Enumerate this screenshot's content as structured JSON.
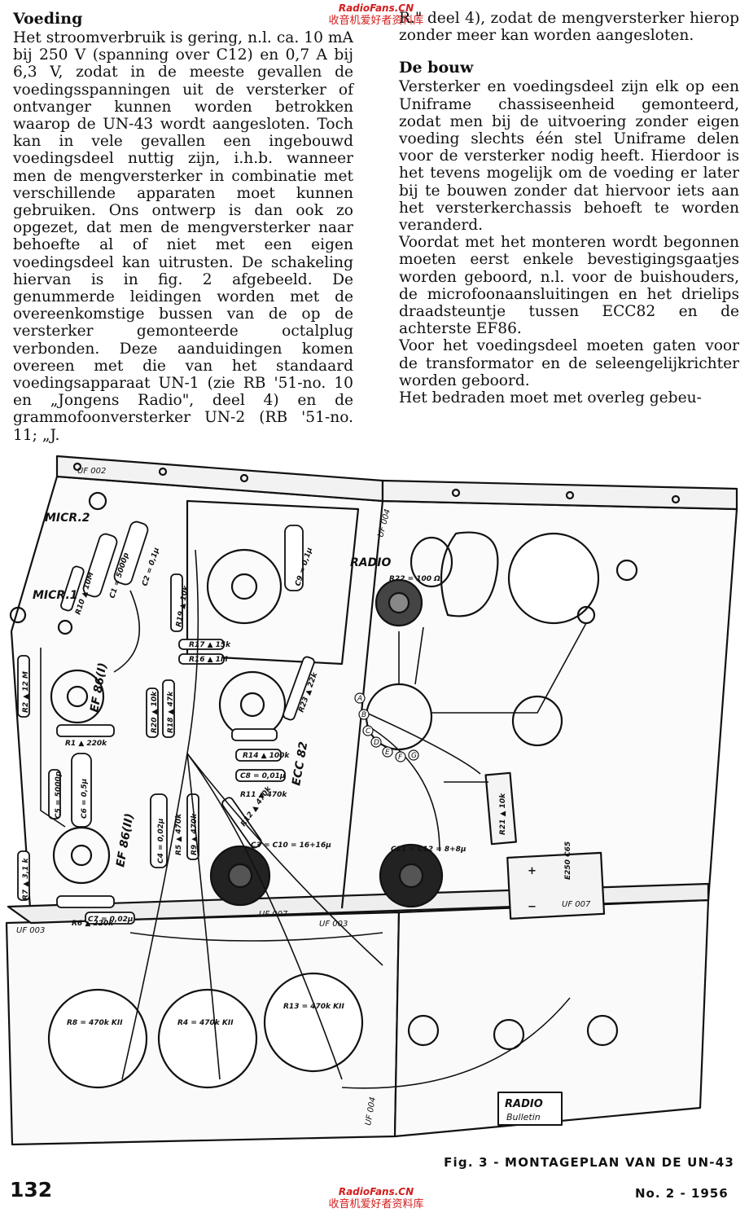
{
  "watermark": {
    "site": "RadioFans.CN",
    "text": "收音机爱好者资料库"
  },
  "left_column": {
    "heading": "Voeding",
    "paragraph": "Het stroomverbruik is gering, n.l. ca. 10 mA bij 250 V (spanning over C12) en 0,7 A bij 6,3 V, zodat in de meeste gevallen de voedingsspanningen uit de versterker of ontvanger kunnen worden betrokken waarop de UN-43 wordt aangesloten. Toch kan in vele gevallen een ingebouwd voedingsdeel nuttig zijn, i.h.b. wanneer men de mengversterker in combinatie met verschillende apparaten moet kunnen gebruiken. Ons ontwerp is dan ook zo opgezet, dat men de mengversterker naar behoefte al of niet met een eigen voedingsdeel kan uitrusten. De schakeling hiervan is in fig. 2 afgebeeld. De genummerde leidingen worden met de overeenkomstige bussen van de op de versterker gemonteerde octalplug verbonden. Deze aanduidingen komen overeen met die van het standaard voedingsapparaat UN-1 (zie RB '51-no. 10 en „Jongens Radio\", deel 4) en de grammofoonversterker UN-2 (RB '51-no. 11; „J."
  },
  "right_column": {
    "continuation": "R.\" deel 4), zodat de mengversterker hierop zonder meer kan worden aangesloten.",
    "heading": "De bouw",
    "paragraphs": [
      "Versterker en voedingsdeel zijn elk op een Uniframe chassiseenheid gemonteerd, zodat men bij de uitvoering zonder eigen voeding slechts één stel Uniframe delen voor de versterker nodig heeft. Hierdoor is het tevens mogelijk om de voeding er later bij te bouwen zonder dat hiervoor iets aan het versterkerchassis behoeft te worden veranderd.",
      "Voordat met het monteren wordt begonnen moeten eerst enkele bevestigingsgaatjes worden geboord, n.l. voor de buishouders, de microfoonaansluitingen en het drielips draadsteuntje tussen ECC82 en de achterste EF86.",
      "Voor het voedingsdeel moeten gaten voor de transformator en de seleengelijkrichter worden geboord.",
      "Het bedraden moet met overleg gebeu-"
    ]
  },
  "diagram": {
    "labels": {
      "uf002": "UF 002",
      "uf004": "UF 004",
      "uf003": "UF 003",
      "uf007": "UF 007",
      "micr2": "MICR.2",
      "micr1": "MICR.1",
      "radio": "RADIO",
      "ef86_1": "EF 86(I)",
      "ef86_2": "EF 86(II)",
      "ecc82": "ECC 82",
      "r1": "R1 ▲ 220k",
      "r6": "R6 ▲ 220k",
      "r7": "R7 ▲ 3,1 k",
      "r2": "R2 ▲ 12 M",
      "c1": "C1 = 5000p",
      "c2": "C2 = 0,1µ",
      "c3": "C3 = C10 = 16+16µ",
      "c5": "C5 = 5000p",
      "c6": "C6 = 0,5µ",
      "c7": "C7 = 0,02µ",
      "c8": "C8 = 0,01µ",
      "c9": "C9 = 0,1µ",
      "c11": "C11 = C12 = 8+8µ",
      "c4": "C4 = 0,02µ",
      "r11": "R11 ▲ 470k",
      "r12": "R12 ▲ 470k",
      "r14": "R14 ▲ 100k",
      "r16": "R16 ▲ 1M",
      "r17": "R17 ▲ 15k",
      "r18": "R18 ▲ 47k",
      "r19": "R19 ▲ 10k",
      "r20": "R20 ▲ 10k",
      "r21": "R21 ▲ 10k",
      "r22": "R22 = 100 Ω",
      "r23": "R23 ▲ 22k",
      "r9": "R9 ▲ 470k",
      "r5": "R5 ▲ 470k",
      "r10": "R10 ▲ 10M",
      "r8pot": "R8 = 470k KII",
      "r4pot": "R4 = 470k KII",
      "r13pot": "R13 = 470k KII",
      "rect": "E250 C65",
      "plus": "+",
      "minus": "−",
      "pins": [
        "A",
        "B",
        "C",
        "D",
        "E",
        "F",
        "G"
      ],
      "stamp_top": "RADIO",
      "stamp_bottom": "Bulletin"
    }
  },
  "footer": {
    "caption": "Fig. 3 - MONTAGEPLAN VAN DE UN-43",
    "page_number": "132",
    "issue": "No. 2 - 1956"
  }
}
